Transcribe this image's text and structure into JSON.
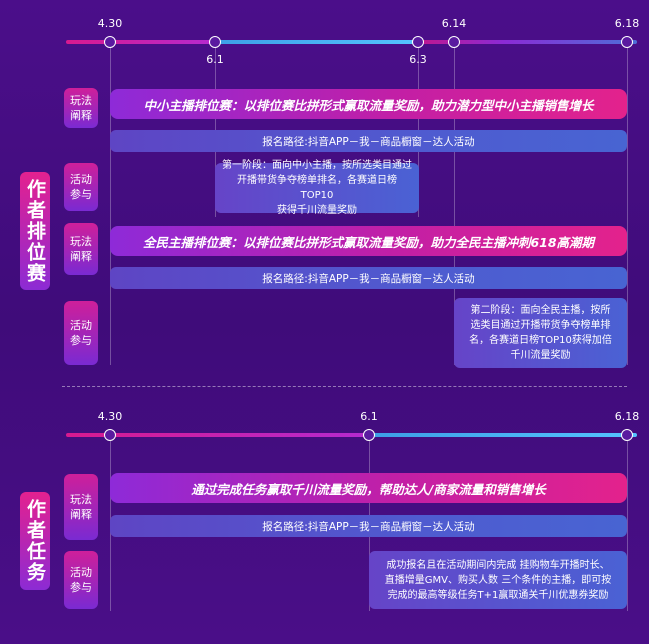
{
  "section1": {
    "title": "作者排位赛",
    "timeline_top": [
      "4.30",
      "6.14",
      "6.18"
    ],
    "timeline_bottom": [
      "6.1",
      "6.3"
    ],
    "rules1_tag": "玩法阐释",
    "banner1": "中小主播排位赛：以排位赛比拼形式赢取流量奖励，助力潜力型中小主播销售增长",
    "path1": "报名路径:抖音APP－我－商品橱窗－达人活动",
    "join1_tag": "活动参与",
    "stage1": [
      "第一阶段：面向中小主播，按所选类目通过",
      "开播带货争夺榜单排名，各赛道日榜TOP10",
      "获得千川流量奖励"
    ],
    "rules2_tag": "玩法阐释",
    "banner2": "全民主播排位赛：以排位赛比拼形式赢取流量奖励，助力全民主播冲刺618高潮期",
    "path2": "报名路径:抖音APP－我－商品橱窗－达人活动",
    "join2_tag": "活动参与",
    "stage2": [
      "第二阶段：面向全民主播，按所",
      "选类目通过开播带货争夺榜单排",
      "名，各赛道日榜TOP10获得加倍",
      "千川流量奖励"
    ]
  },
  "section2": {
    "title": "作者任务",
    "timeline_top": [
      "4.30",
      "6.1",
      "6.18"
    ],
    "rules_tag": "玩法阐释",
    "banner": "通过完成任务赢取千川流量奖励，帮助达人/商家流量和销售增长",
    "path": "报名路径:抖音APP－我－商品橱窗－达人活动",
    "join_tag": "活动参与",
    "task": [
      "成功报名且在活动期间内完成 挂购物车开播时长、",
      "直播增量GMV、购买人数 三个条件的主播，即可按",
      "完成的最高等级任务T+1赢取通关千川优惠券奖励"
    ]
  }
}
